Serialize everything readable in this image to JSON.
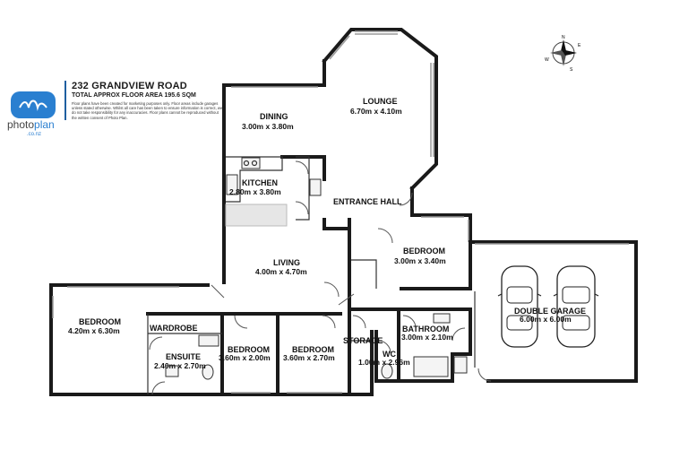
{
  "header": {
    "title": "232 GRANDVIEW ROAD",
    "subtitle": "TOTAL APPROX FLOOR AREA 195.6 SQM",
    "disclaimer": "Floor plans have been created for marketing purposes only. Floor areas include garages unless stated otherwise. Whilst all care has been taken to ensure information is correct, we do not take responsibility for any inaccuracies. Floor plans cannot be reproduced without the written consent of Photo Plan."
  },
  "brand": {
    "name_dark": "photo",
    "name_light": "plan",
    "suffix": ".co.nz",
    "color": "#2a7fd0"
  },
  "compass": {
    "n": "N",
    "e": "E",
    "s": "S",
    "w": "W"
  },
  "rooms": {
    "lounge": {
      "name": "LOUNGE",
      "dims": "6.70m  x 4.10m"
    },
    "dining": {
      "name": "DINING",
      "dims": "3.00m  x 3.80m"
    },
    "kitchen": {
      "name": "KITCHEN",
      "dims": "2.80m  x 3.80m"
    },
    "entrance": {
      "name": "ENTRANCE HALL"
    },
    "living": {
      "name": "LIVING",
      "dims": "4.00m  x 4.70m"
    },
    "bedroom_top": {
      "name": "BEDROOM",
      "dims": "3.00m  x 3.40m"
    },
    "bedroom_main": {
      "name": "BEDROOM",
      "dims": "4.20m  x 6.30m"
    },
    "wardrobe": {
      "name": "WARDROBE"
    },
    "ensuite": {
      "name": "ENSUITE",
      "dims": "2.40m  x 2.70m"
    },
    "bedroom_small": {
      "name": "BEDROOM",
      "dims": "3.60m  x 2.00m"
    },
    "bedroom_mid": {
      "name": "BEDROOM",
      "dims": "3.60m  x 2.70m"
    },
    "storage": {
      "name": "STORAGE"
    },
    "wc": {
      "name": "WC",
      "dims": "1.00m  x 2.96m"
    },
    "bathroom": {
      "name": "BATHROOM",
      "dims": "3.00m  x 2.10m"
    },
    "garage": {
      "name": "DOUBLE GARAGE",
      "dims": "6.00m  x 6.00m"
    }
  }
}
